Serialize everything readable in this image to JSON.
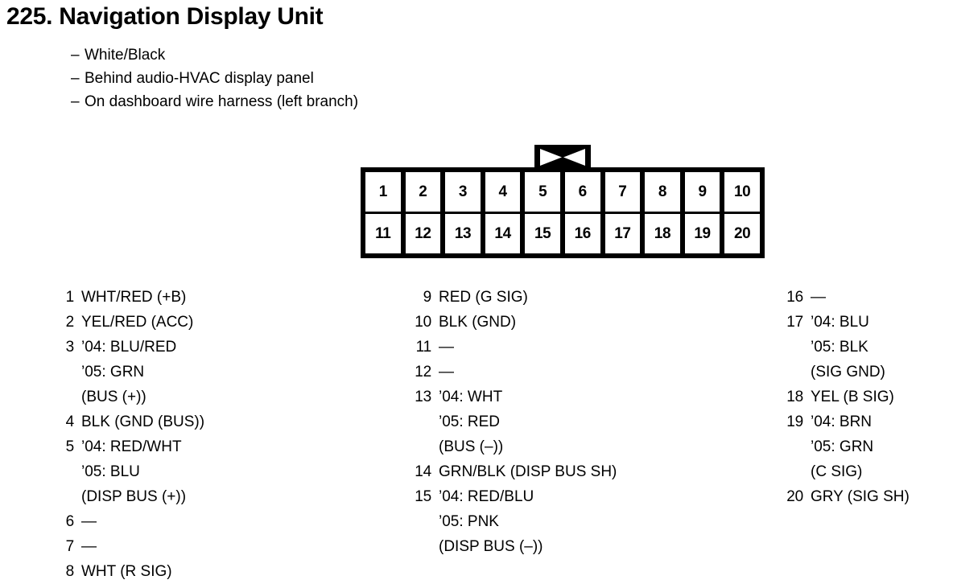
{
  "title": "225. Navigation Display Unit",
  "subtitles": [
    {
      "dash": "–",
      "text": "White/Black"
    },
    {
      "dash": "–",
      "text": "Behind audio-HVAC display panel"
    },
    {
      "dash": "–",
      "text": "On dashboard wire harness (left branch)"
    }
  ],
  "connector": {
    "tab_icon": "bowtie-latch-icon",
    "rows": [
      [
        "1",
        "2",
        "3",
        "4",
        "5",
        "6",
        "7",
        "8",
        "9",
        "10"
      ],
      [
        "11",
        "12",
        "13",
        "14",
        "15",
        "16",
        "17",
        "18",
        "19",
        "20"
      ]
    ]
  },
  "legend": {
    "columns": [
      {
        "entries": [
          {
            "num": "1",
            "lines": [
              "WHT/RED (+B)"
            ]
          },
          {
            "num": "2",
            "lines": [
              "YEL/RED (ACC)"
            ]
          },
          {
            "num": "3",
            "lines": [
              "’04: BLU/RED",
              "’05: GRN",
              "(BUS (+))"
            ]
          },
          {
            "num": "4",
            "lines": [
              "BLK (GND (BUS))"
            ]
          },
          {
            "num": "5",
            "lines": [
              "’04: RED/WHT",
              "’05: BLU",
              "(DISP BUS (+))"
            ]
          },
          {
            "num": "6",
            "lines": [
              "—"
            ]
          },
          {
            "num": "7",
            "lines": [
              "—"
            ]
          },
          {
            "num": "8",
            "lines": [
              "WHT (R SIG)"
            ]
          }
        ]
      },
      {
        "entries": [
          {
            "num": "9",
            "lines": [
              "RED (G SIG)"
            ]
          },
          {
            "num": "10",
            "lines": [
              "BLK (GND)"
            ]
          },
          {
            "num": "11",
            "lines": [
              "—"
            ]
          },
          {
            "num": "12",
            "lines": [
              "—"
            ]
          },
          {
            "num": "13",
            "lines": [
              "’04: WHT",
              "’05: RED",
              "(BUS (–))"
            ]
          },
          {
            "num": "14",
            "lines": [
              "GRN/BLK (DISP BUS SH)"
            ]
          },
          {
            "num": "15",
            "lines": [
              "’04: RED/BLU",
              "’05: PNK",
              "(DISP BUS (–))"
            ]
          }
        ]
      },
      {
        "entries": [
          {
            "num": "16",
            "lines": [
              "—"
            ]
          },
          {
            "num": "17",
            "lines": [
              "’04: BLU",
              "’05: BLK",
              "(SIG GND)"
            ]
          },
          {
            "num": "18",
            "lines": [
              "YEL (B SIG)"
            ]
          },
          {
            "num": "19",
            "lines": [
              "’04: BRN",
              "’05: GRN",
              "(C SIG)"
            ]
          },
          {
            "num": "20",
            "lines": [
              "GRY (SIG SH)"
            ]
          }
        ]
      }
    ]
  }
}
